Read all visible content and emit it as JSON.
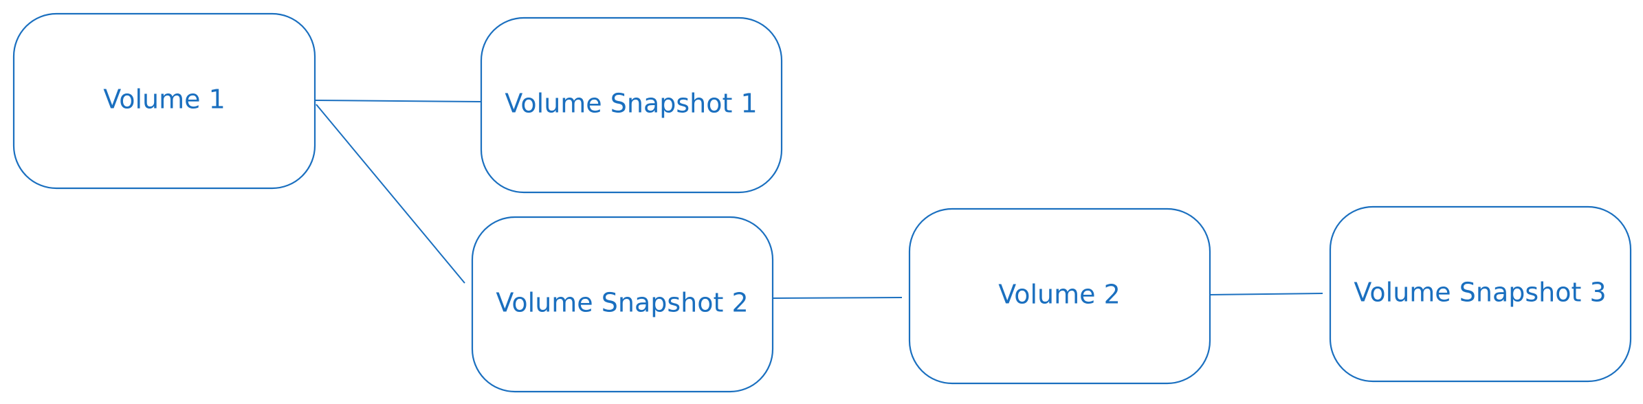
{
  "diagram": {
    "nodes": [
      {
        "id": "volume-1",
        "label": "Volume 1"
      },
      {
        "id": "volume-snapshot-1",
        "label": "Volume Snapshot 1"
      },
      {
        "id": "volume-snapshot-2",
        "label": "Volume Snapshot 2"
      },
      {
        "id": "volume-2",
        "label": "Volume 2"
      },
      {
        "id": "volume-snapshot-3",
        "label": "Volume Snapshot 3"
      }
    ],
    "edges": [
      {
        "from": "volume-1",
        "to": "volume-snapshot-1"
      },
      {
        "from": "volume-1",
        "to": "volume-snapshot-2"
      },
      {
        "from": "volume-snapshot-2",
        "to": "volume-2"
      },
      {
        "from": "volume-2",
        "to": "volume-snapshot-3"
      }
    ],
    "colors": {
      "stroke": "#1a6fbf",
      "text": "#1a6fbf",
      "background": "#ffffff"
    }
  }
}
